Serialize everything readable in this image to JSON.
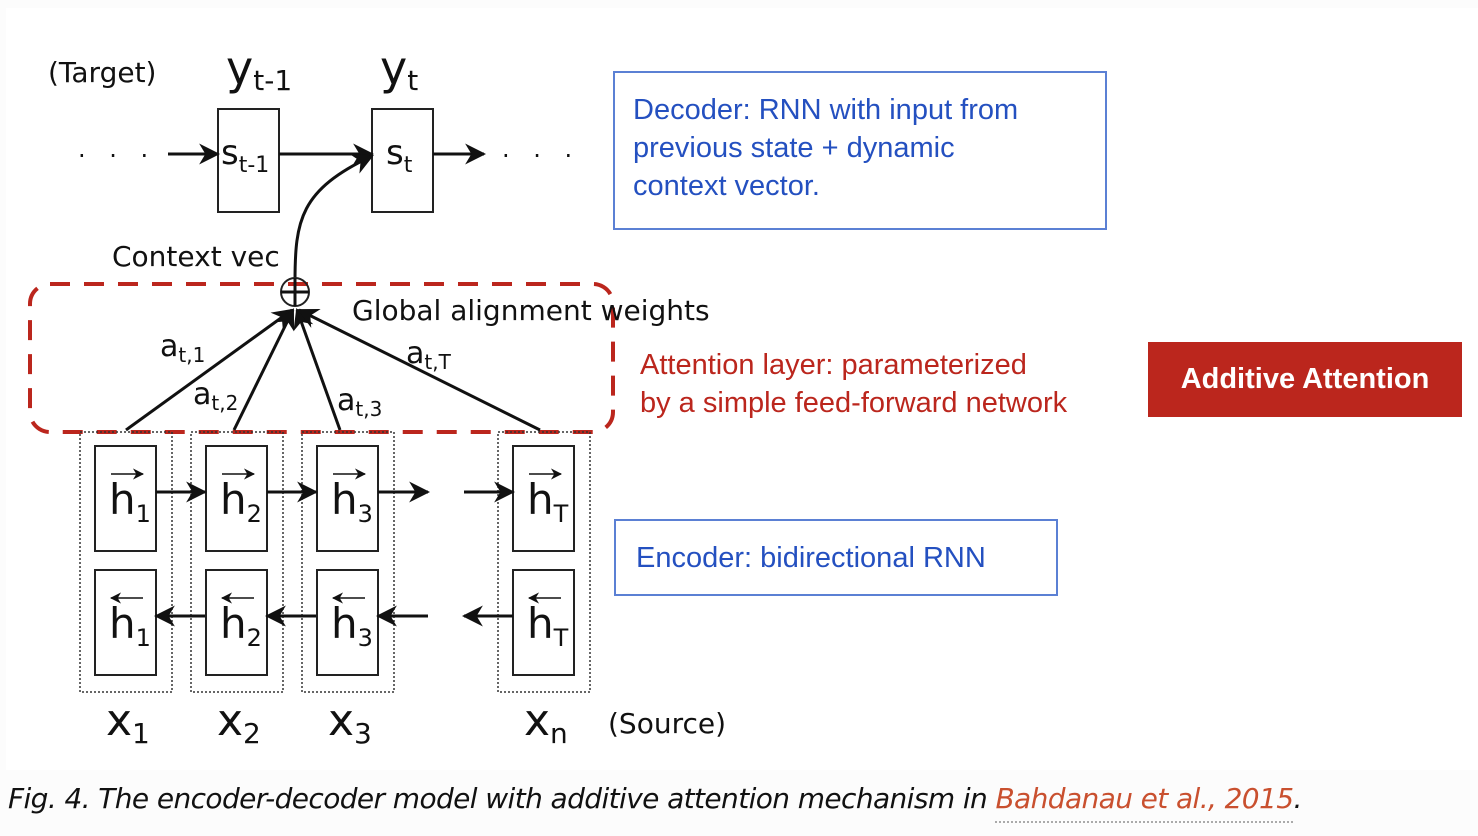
{
  "diagram": {
    "target_label": "(Target)",
    "source_label": "(Source)",
    "context_label": "Context vec",
    "alignment_label": "Global alignment weights",
    "decoder_outputs": [
      {
        "base": "y",
        "sub": "t-1"
      },
      {
        "base": "y",
        "sub": "t"
      }
    ],
    "decoder_states": [
      {
        "base": "s",
        "sub": "t-1"
      },
      {
        "base": "s",
        "sub": "t"
      }
    ],
    "ellipsis": ". . .",
    "weights": [
      {
        "base": "a",
        "sub": "t,1"
      },
      {
        "base": "a",
        "sub": "t,2"
      },
      {
        "base": "a",
        "sub": "t,3"
      },
      {
        "base": "a",
        "sub": "t,T"
      }
    ],
    "encoder_columns": [
      {
        "forward": {
          "base": "h",
          "sub": "1"
        },
        "backward": {
          "base": "h",
          "sub": "1"
        },
        "input": {
          "base": "x",
          "sub": "1"
        }
      },
      {
        "forward": {
          "base": "h",
          "sub": "2"
        },
        "backward": {
          "base": "h",
          "sub": "2"
        },
        "input": {
          "base": "x",
          "sub": "2"
        }
      },
      {
        "forward": {
          "base": "h",
          "sub": "3"
        },
        "backward": {
          "base": "h",
          "sub": "3"
        },
        "input": {
          "base": "x",
          "sub": "3"
        }
      },
      {
        "forward": {
          "base": "h",
          "sub": "T"
        },
        "backward": {
          "base": "h",
          "sub": "T"
        },
        "input": {
          "base": "x",
          "sub": "n"
        }
      }
    ]
  },
  "annotations": {
    "decoder_box": [
      "Decoder: RNN with input from",
      "previous state + dynamic",
      "context vector."
    ],
    "attention_text": [
      "Attention layer: parameterized",
      "by a simple feed-forward network"
    ],
    "badge": "Additive Attention",
    "encoder_box": "Encoder: bidirectional RNN"
  },
  "caption": {
    "prefix": "Fig. 4. The encoder-decoder model with additive attention mechanism in ",
    "link_text": "Bahdanau et al., 2015",
    "suffix": "."
  },
  "colors": {
    "attention_red": "#bb261d",
    "annotation_blue": "#2450c0",
    "box_blue_border": "#5b80d4",
    "link_orange": "#c9502f",
    "ink": "#111111"
  }
}
